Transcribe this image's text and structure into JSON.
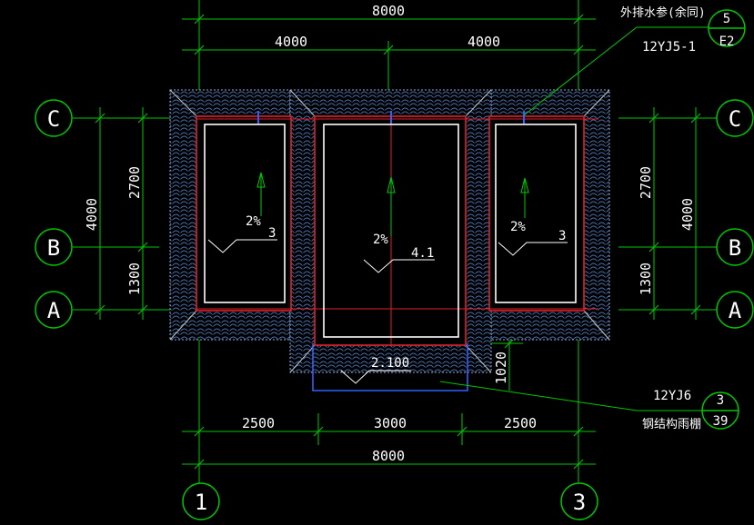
{
  "axes": {
    "c_left": "C",
    "b_left": "B",
    "a_left": "A",
    "c_right": "C",
    "b_right": "B",
    "a_right": "A",
    "one": "1",
    "three": "3"
  },
  "dims": {
    "top_total": "8000",
    "top_left": "4000",
    "top_right": "4000",
    "left_2700": "2700",
    "left_1300": "1300",
    "left_4000": "4000",
    "right_2700": "2700",
    "right_1300": "1300",
    "right_4000": "4000",
    "bottom_2500a": "2500",
    "bottom_3000": "3000",
    "bottom_2500b": "2500",
    "bottom_total": "8000",
    "canopy_1020": "1020"
  },
  "roof": {
    "left_slope": "2%",
    "left_elev": "3",
    "center_slope": "2%",
    "center_elev": "4.1",
    "right_slope": "2%",
    "right_elev": "3",
    "canopy_elev": "2.100"
  },
  "callouts": {
    "drain_note": "外排水参(余同)",
    "drain_ref_top": "5",
    "drain_ref_bottom": "E2",
    "drain_std": "12YJ5-1",
    "canopy_std": "12YJ6",
    "canopy_ref_top": "3",
    "canopy_ref_bottom": "39",
    "canopy_note": "钢结构雨棚"
  }
}
